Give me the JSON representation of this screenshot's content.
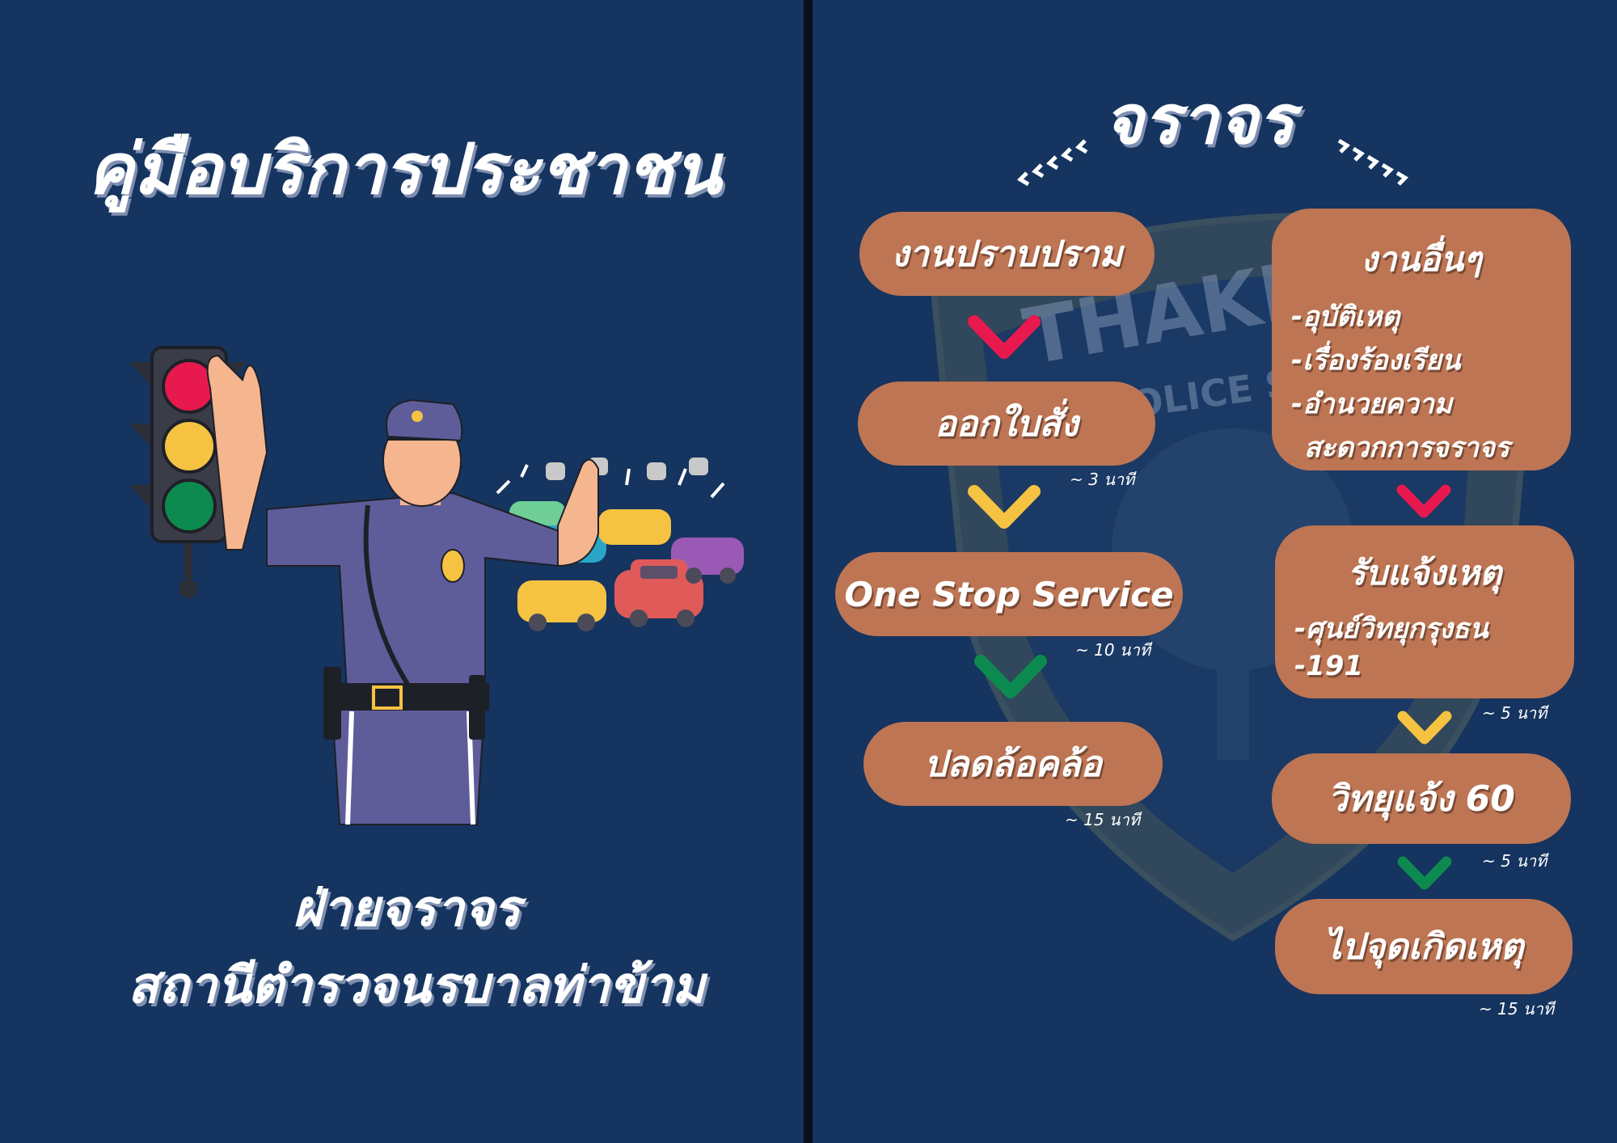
{
  "left": {
    "title": "คู่มือบริการประชาชน",
    "footer_line1": "ฝ่ายจราจร",
    "footer_line2": "สถานีตำรวจนรบาลท่าข้าม"
  },
  "right": {
    "heading": "จราจร",
    "watermark_text": [
      "THAKH",
      "POLICE ST"
    ],
    "column_left": [
      {
        "label": "งานปราบปราม",
        "time": ""
      },
      {
        "label": "ออกใบสั่ง",
        "time": "~ 3 นาที"
      },
      {
        "label": "One Stop Service",
        "time": "~ 10 นาที"
      },
      {
        "label": "ปลดล้อคล้อ",
        "time": "~ 15 นาที"
      }
    ],
    "column_right": {
      "other_card": {
        "title": "งานอื่นๆ",
        "items": [
          "-อุบัติเหตุ",
          "-เรื่องร้องเรียน",
          "-อำนวยความ",
          "สะดวกการจราจร"
        ]
      },
      "report_card": {
        "title": "รับแจ้งเหตุ",
        "items": [
          "-ศุนย์วิทยุกรุงธน",
          "-191"
        ],
        "time": "~ 5 นาที"
      },
      "radio_pill": {
        "label": "วิทยุแจ้ง 60",
        "time": "~ 5 นาที"
      },
      "scene_pill": {
        "label": "ไปจุดเกิดเหตุ",
        "time": "~ 15 นาที"
      }
    }
  },
  "colors": {
    "background": "#15345f",
    "pill": "#be7553",
    "chevron_red": "#e8194f",
    "chevron_yellow": "#f5c242",
    "chevron_green": "#0d8a4f",
    "uniform": "#5e5d9a"
  }
}
